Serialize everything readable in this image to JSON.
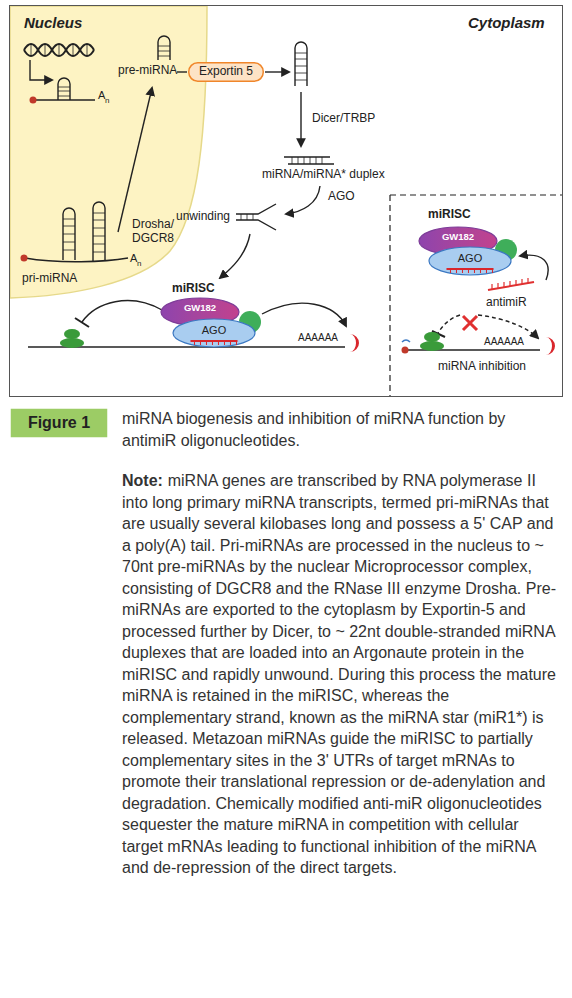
{
  "diagram": {
    "caption": "miRNA biogenesis and inhibition of miRNA function by antimiR oligonucleotides.",
    "nodes": [
      {
        "text": [
          "Nucleus"
        ]
      },
      {
        "text": [
          "Exportin 5"
        ]
      },
      {
        "text": [
          "GW182"
        ]
      },
      {
        "text": [
          "AGO"
        ]
      },
      {
        "text": [
          "GW182"
        ]
      },
      {
        "text": [
          "AGO"
        ]
      },
      {
        "text": [
          "Figure 1"
        ]
      }
    ],
    "labels": [
      "Cytoplasm",
      "pre-miRNA",
      "A",
      "n",
      "Drosha/ DGCR8",
      "pri-miRNA",
      "A",
      "n",
      "Dicer/TRBP",
      "miRNA/miRNA* duplex",
      "AGO",
      "unwinding",
      "miRISC",
      "AAAAAA",
      "miRISC",
      "antimiR",
      "AAAAAA",
      "miRNA inhibition",
      "Note:",
      "miRNA genes are transcribed by RNA polymerase II into long primary miRNA transcripts, termed pri-miRNAs that are usually several kilobases long and possess a 5' CAP and a poly(A) tail. Pri-miRNAs are processed in the nucleus to ~ 70nt pre-miRNAs by the nuclear Microprocessor complex, consisting of DGCR8 and the RNase III enzyme Drosha. Pre-miRNAs are exported to the cytoplasm by Exportin-5 and processed further by Dicer, to ~ 22nt double-stranded miRNA duplexes that are loaded into an Argonaute protein in the miRISC and rapidly unwound. During this process the mature miRNA is retained in the miRISC, whereas the complementary strand, known as the miRNA star (miR1*) is released. Metazoan miRNAs guide the miRISC to partially complementary sites in the 3' UTRs of target mRNAs to promote their translational repression or de-adenylation and degradation. Chemically modified anti-miR oligonucleotides sequester the mature miRNA in competition with cellular target mRNAs leading to functional inhibition of the miRNA and de-repression of the direct targets."
    ]
  }
}
